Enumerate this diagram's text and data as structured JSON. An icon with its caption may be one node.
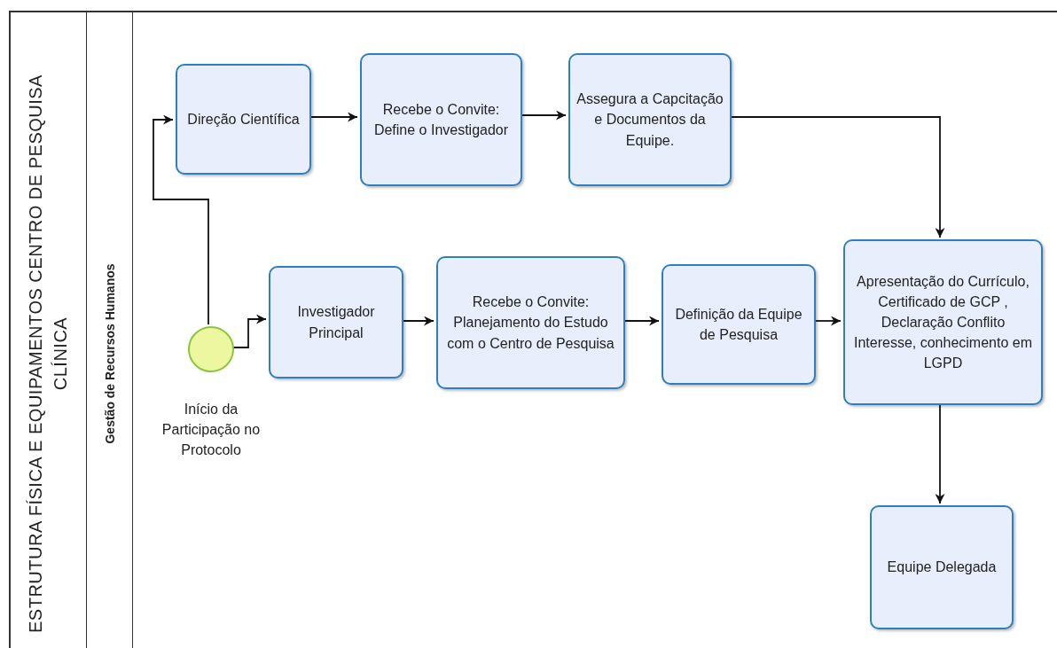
{
  "diagram": {
    "nodes": [
      {
        "text": [
          "ESTRUTURA FÍSICA E EQUIPAMENTOS CENTRO DE PESQUISA CLÍNICA"
        ]
      },
      {
        "text": [
          "Gestão de Recursos Humanos"
        ],
        "in": 0
      },
      {
        "text": [
          "Direção Científica"
        ],
        "in": 1
      },
      {
        "text": [
          "Recebe o Convite: Define o Investigador"
        ],
        "in": 1
      },
      {
        "text": [
          "Assegura a Capcitação e Documentos da Equipe."
        ],
        "in": 1
      },
      {
        "text": [],
        "shape": "circle",
        "in": 1,
        "beside": [
          "Início da Participação no Protocolo"
        ]
      },
      {
        "text": [
          "Investigador Principal"
        ],
        "in": 1
      },
      {
        "text": [
          "Recebe o Convite: Planejamento do Estudo com o Centro de Pesquisa"
        ],
        "in": 1
      },
      {
        "text": [
          "Definição da Equipe de Pesquisa"
        ],
        "in": 1
      },
      {
        "text": [
          "Apresentação do Currículo, Certificado de GCP , Declaração Conflito Interesse, conhecimento em LGPD"
        ],
        "in": 1
      },
      {
        "text": [
          "Equipe Delegada"
        ],
        "in": 1
      }
    ],
    "edges": [
      {
        "from": 5,
        "to": 2,
        "arrow": "to"
      },
      {
        "from": 5,
        "to": 6,
        "arrow": "to"
      },
      {
        "from": 2,
        "to": 3,
        "arrow": "to"
      },
      {
        "from": 3,
        "to": 4,
        "arrow": "to"
      },
      {
        "from": 4,
        "to": 9,
        "arrow": "to"
      },
      {
        "from": 6,
        "to": 7,
        "arrow": "to"
      },
      {
        "from": 7,
        "to": 8,
        "arrow": "to"
      },
      {
        "from": 8,
        "to": 9,
        "arrow": "to"
      },
      {
        "from": 9,
        "to": 10,
        "arrow": "to"
      }
    ]
  }
}
